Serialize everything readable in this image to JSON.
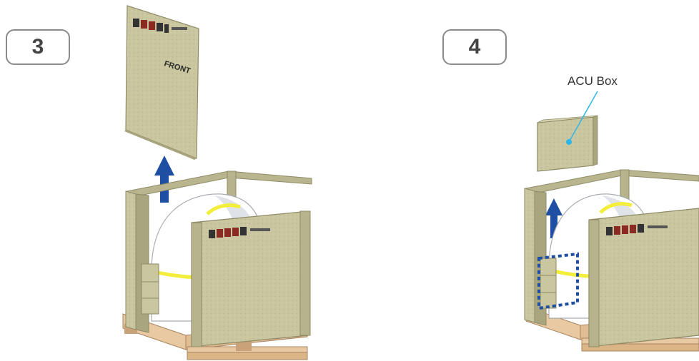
{
  "steps": [
    {
      "number": "3",
      "panel_text": "FRONT"
    },
    {
      "number": "4",
      "callout_label": "ACU Box"
    }
  ],
  "colors": {
    "board": "#c9c6a0",
    "board_dark": "#a9a57e",
    "pallet_wood": "#e8c9a2",
    "pallet_dark": "#c9a27a",
    "dome": "#ffffff",
    "dome_shade": "#d8dde2",
    "strap": "#f2ee3a",
    "lift_arrow": "#1e4fa3",
    "dotted_outline": "#1e4fa3",
    "callout_line": "#2fb6e8"
  },
  "icons": [
    "lift-arrow-icon",
    "fragile-label-icon",
    "callout-dot-icon"
  ]
}
